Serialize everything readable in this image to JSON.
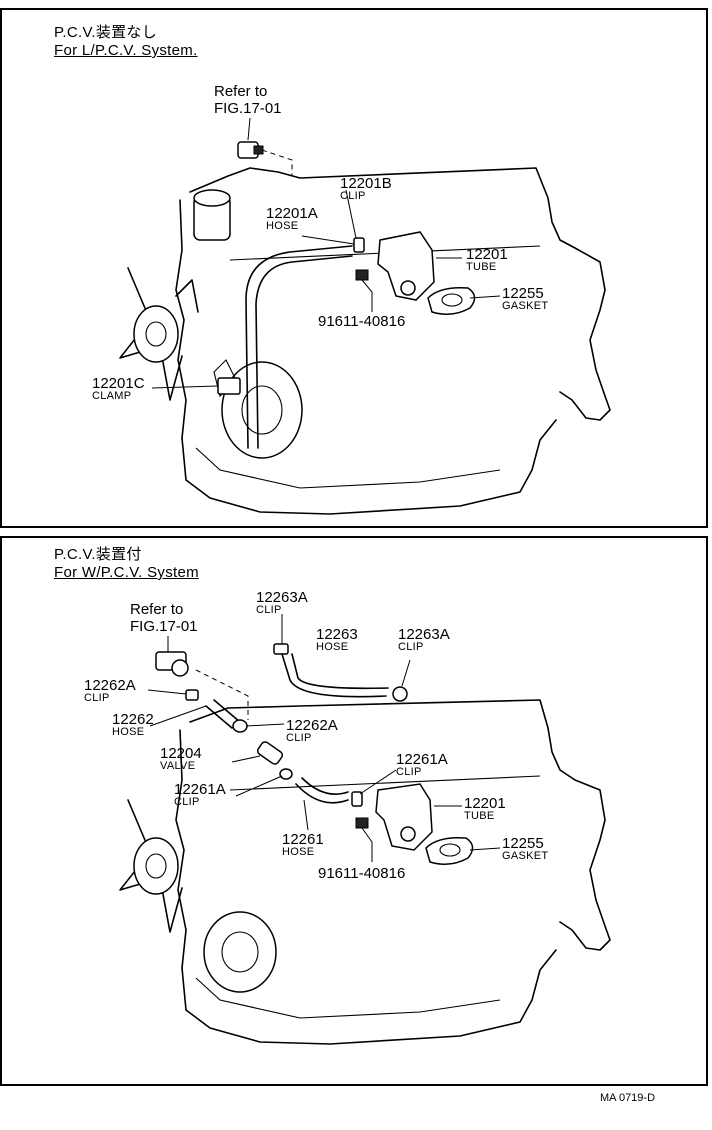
{
  "top": {
    "title_jp": "P.C.V.装置なし",
    "title_en": "For L/P.C.V. System.",
    "refer": {
      "line1": "Refer to",
      "line2": "FIG.17-01"
    },
    "labels": [
      {
        "num": "12201B",
        "sub": "CLIP"
      },
      {
        "num": "12201A",
        "sub": "HOSE"
      },
      {
        "num": "12201",
        "sub": "TUBE"
      },
      {
        "num": "12255",
        "sub": "GASKET"
      },
      {
        "num": "91611-40816",
        "sub": ""
      },
      {
        "num": "12201C",
        "sub": "CLAMP"
      }
    ]
  },
  "bottom": {
    "title_jp": "P.C.V.装置付",
    "title_en": "For W/P.C.V. System",
    "refer": {
      "line1": "Refer to",
      "line2": "FIG.17-01"
    },
    "labels": [
      {
        "num": "12263A",
        "sub": "CLIP"
      },
      {
        "num": "12263",
        "sub": "HOSE"
      },
      {
        "num": "12263A",
        "sub": "CLIP"
      },
      {
        "num": "12262A",
        "sub": "CLIP"
      },
      {
        "num": "12262",
        "sub": "HOSE"
      },
      {
        "num": "12262A",
        "sub": "CLIP"
      },
      {
        "num": "12204",
        "sub": "VALVE"
      },
      {
        "num": "12261A",
        "sub": "CLIP"
      },
      {
        "num": "12261A",
        "sub": "CLIP"
      },
      {
        "num": "12201",
        "sub": "TUBE"
      },
      {
        "num": "12261",
        "sub": "HOSE"
      },
      {
        "num": "12255",
        "sub": "GASKET"
      },
      {
        "num": "91611-40816",
        "sub": ""
      }
    ]
  },
  "footer": {
    "code": "MA 0719-D"
  }
}
